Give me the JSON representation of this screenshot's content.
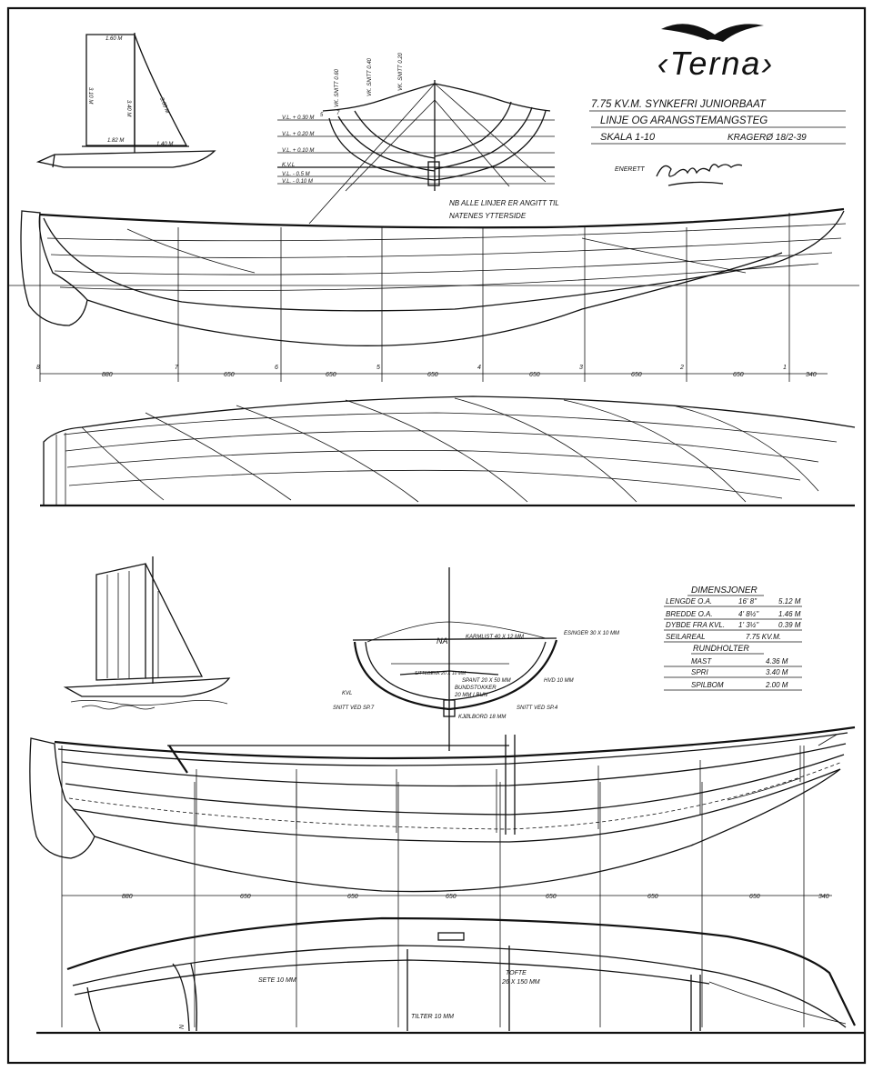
{
  "title": "‹Terna›",
  "header": {
    "line1": "7.75 KV.M. SYNKEFRI JUNIORBAAT",
    "line2": "LINJE OG ARANGSTEMANGSTEG",
    "scale": "SKALA 1-10",
    "place_date": "KRAGERØ 18/2-39",
    "enerett": "ENERETT"
  },
  "note": {
    "line1": "NB ALLE LINJER ER ANGITT TIL",
    "line2": "NATENES YTTERSIDE"
  },
  "sail_plan": {
    "head": "1.60 M",
    "luff": "3.10 M",
    "leech": "3.60 M",
    "mast": "3.40 M",
    "foot": "1.82 M",
    "boom": "1.40 M"
  },
  "body_plan": {
    "sections": [
      "VK. SNITT 0.60",
      "VK. SNITT 0.40",
      "VK. SNITT 0.20"
    ],
    "waterlines": [
      "V.L. + 0.30 M",
      "V.L. + 0.20 M",
      "V.L. + 0.10 M",
      "K.V.L",
      "V.L. - 0.5 M",
      "V.L. - 0.10 M"
    ],
    "station_marks": [
      "5",
      "7"
    ]
  },
  "stations": {
    "labels": [
      "8",
      "7",
      "6",
      "5",
      "4",
      "3",
      "2",
      "1"
    ],
    "spacings": [
      "880",
      "650",
      "650",
      "650",
      "650",
      "650",
      "650",
      "340"
    ]
  },
  "midsection": {
    "na": "NA",
    "ripe": "KARMLIST 40 X 12 MM",
    "esing": "ESINGER 30 X 10 MM",
    "spant": "SPANT 20 X 50 MM",
    "bundstokker": "BUNDSTOKKER",
    "bunn": "20 MM I BUN",
    "kvl": "KVL",
    "hvd": "HVD 10 MM",
    "sitte": "SITTEBENK 20 X 10 MM",
    "snitt7": "SNITT VED SP.7",
    "snitt4": "SNITT VED SP.4",
    "kjol": "KJØLBORD 18 MM"
  },
  "dimensions": {
    "title": "DIMENSJONER",
    "rows": [
      {
        "label": "LENGDE O.A.",
        "imperial": "16' 8\"",
        "metric": "5.12 M"
      },
      {
        "label": "BREDDE O.A.",
        "imperial": "4' 8½\"",
        "metric": "1.46 M"
      },
      {
        "label": "DYBDE FRA KVL.",
        "imperial": "1' 3½\"",
        "metric": "0.39 M"
      },
      {
        "label": "SEILAREAL",
        "imperial": "",
        "metric": "7.75 KV.M."
      }
    ],
    "rund_title": "RUNDHOLTER",
    "rund": [
      {
        "label": "MAST",
        "value": "4.36 M"
      },
      {
        "label": "SPRI",
        "value": "3.40 M"
      },
      {
        "label": "SPILBOM",
        "value": "2.00 M"
      }
    ]
  },
  "construction": {
    "spacings": [
      "880",
      "650",
      "650",
      "650",
      "650",
      "650",
      "650",
      "340"
    ],
    "sete": "SETE 10 MM",
    "tofte": "TOFTE",
    "tofte_dim": "26 X 150 MM",
    "tilter": "TILTER 10 MM",
    "nm": "N"
  }
}
